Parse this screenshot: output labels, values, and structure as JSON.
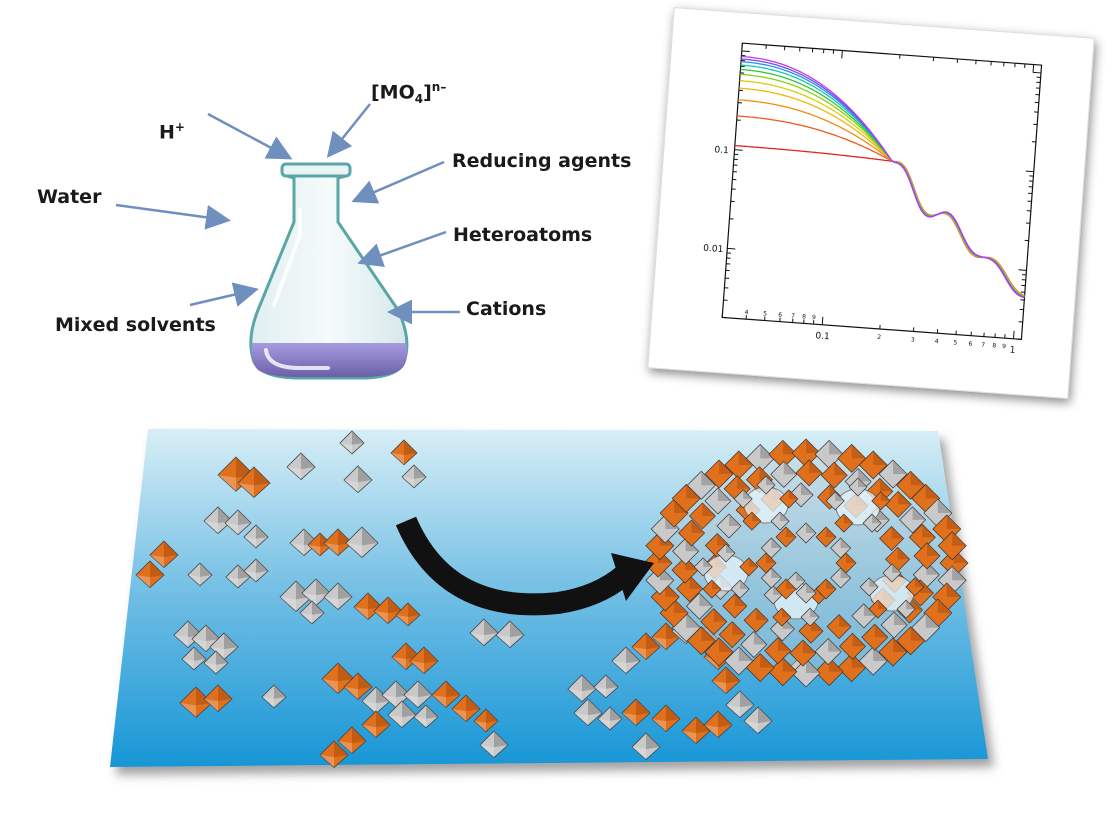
{
  "flask_diagram": {
    "labels": {
      "h_plus": "H",
      "h_plus_sup": "+",
      "mo4_open": "[MO",
      "mo4_sub": "4",
      "mo4_close": "]",
      "mo4_sup": "n–",
      "reducing_agents": "Reducing agents",
      "water": "Water",
      "heteroatoms": "Heteroatoms",
      "mixed_solvents": "Mixed solvents",
      "cations": "Cations"
    },
    "colors": {
      "arrow": "#6f8fbf",
      "liquid": "#8a7dbf",
      "glass": "#5aa6a6"
    }
  },
  "chart_data": {
    "type": "line",
    "xscale": "log",
    "yscale": "log",
    "xlim": [
      0.03,
      1.1
    ],
    "ylim": [
      0.002,
      1.2
    ],
    "x_tick_labels": [
      "0.1",
      "1"
    ],
    "y_tick_labels": [
      "0.1",
      "0.01"
    ],
    "minor_tick_labels": [
      "2",
      "3",
      "4",
      "5",
      "6",
      "7",
      "8",
      "9"
    ],
    "series_count": 11,
    "plateau_values": [
      0.11,
      0.22,
      0.32,
      0.42,
      0.5,
      0.58,
      0.65,
      0.72,
      0.78,
      0.83,
      0.88
    ],
    "series_colors": [
      "#e82020",
      "#f05a1a",
      "#f58a12",
      "#f5b50e",
      "#d8d00a",
      "#8cd016",
      "#2ec83a",
      "#18c6b0",
      "#2a8ff0",
      "#6a4ff0",
      "#c238e8"
    ],
    "crossing_point": {
      "x": 0.2,
      "y": 0.1
    },
    "grid": false,
    "legend": "none"
  },
  "scene": {
    "colors": {
      "orange": "#e0701c",
      "orange_dark": "#a84c10",
      "gray": "#c9c9c9",
      "gray_dark": "#7d7d7d",
      "sky_top": "#c9e6f2",
      "sky_bottom": "#1a9ad8",
      "arrow": "#111111"
    }
  }
}
